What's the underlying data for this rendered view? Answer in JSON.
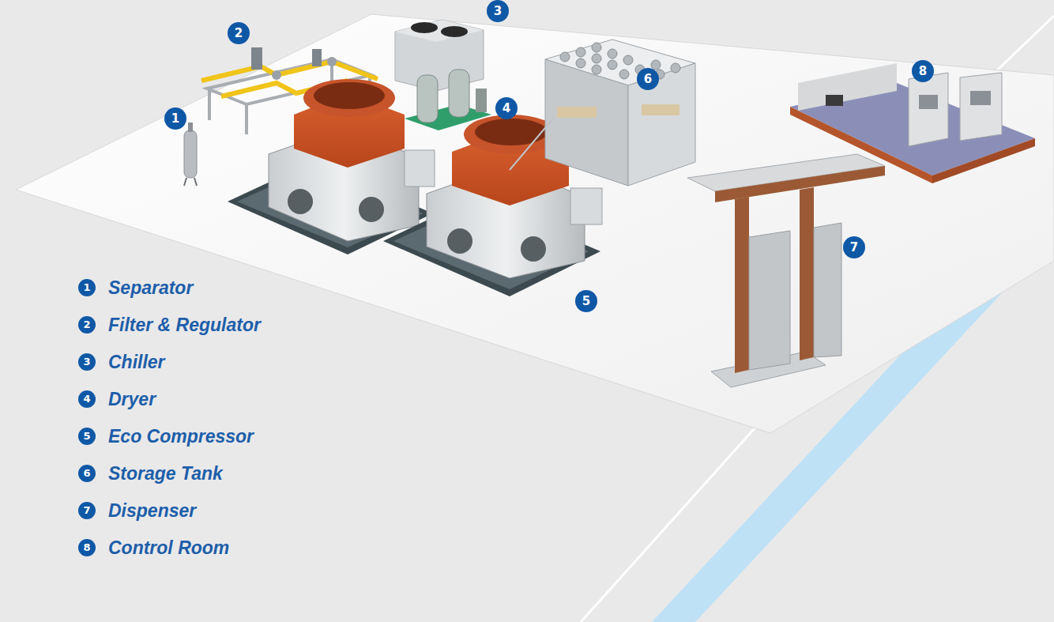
{
  "diagram": {
    "labels": [
      "1",
      "2",
      "3",
      "4",
      "5",
      "6",
      "7",
      "8",
      "1",
      "Separator",
      "2",
      "Filter & Regulator",
      "3",
      "Chiller",
      "4",
      "Dryer",
      "5",
      "Eco Compressor",
      "6",
      "Storage Tank",
      "7",
      "Dispenser",
      "8",
      "Control Room"
    ]
  }
}
